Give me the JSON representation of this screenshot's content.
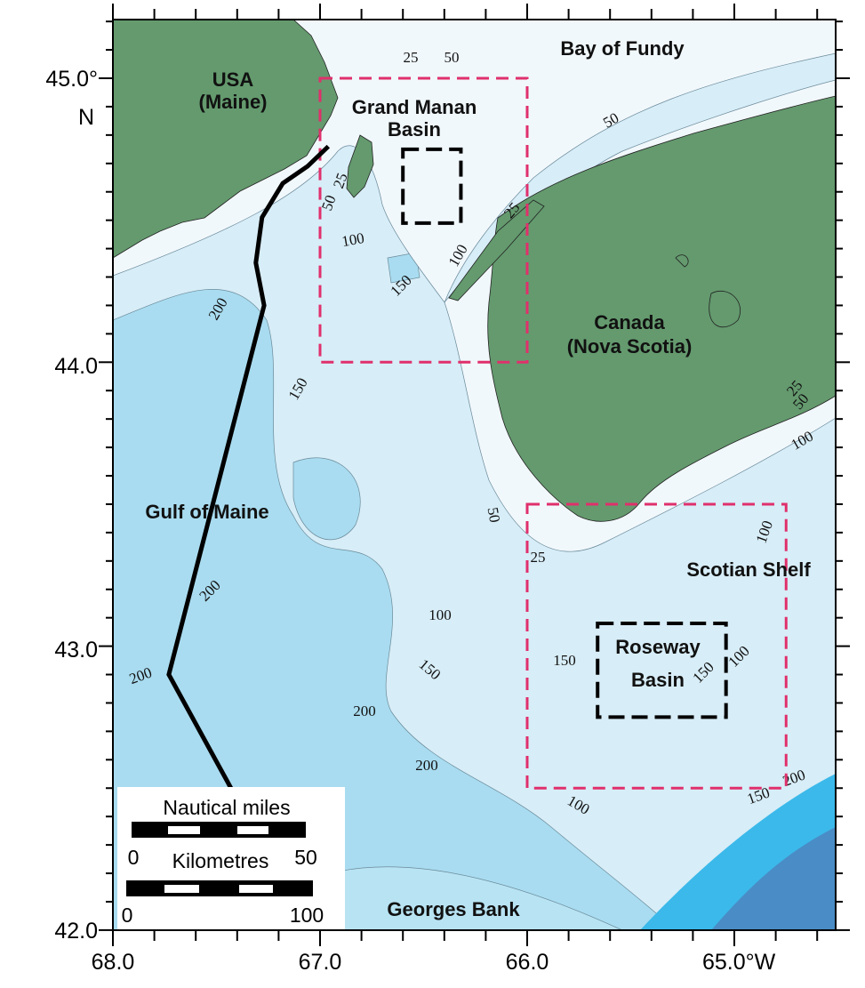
{
  "map": {
    "extent": {
      "lon": [
        -68.0,
        -64.5
      ],
      "lat": [
        42.0,
        45.2
      ]
    },
    "colors": {
      "land": "#649a6e",
      "shelf": "#d7edf7",
      "shallow": "#f1f8fc",
      "deep": "#a9dcf0",
      "deeper": "#3bb9ea",
      "deepest": "#4a8cc6",
      "study_box": "#e0306c",
      "basin_box": "#000000",
      "boundary": "#000000"
    },
    "x_ticks": [
      "68.0",
      "67.0",
      "66.0",
      "65.0°W"
    ],
    "y_ticks": [
      "45.0°",
      "44.0",
      "43.0",
      "42.0"
    ],
    "y_unit": "N",
    "place_labels": {
      "usa": "USA",
      "maine": "(Maine)",
      "bay_of_fundy": "Bay of Fundy",
      "grand_manan": "Grand Manan",
      "grand_manan_basin": "Basin",
      "canada": "Canada",
      "nova_scotia": "(Nova Scotia)",
      "gulf_of_maine": "Gulf of Maine",
      "scotian_shelf": "Scotian Shelf",
      "roseway": "Roseway",
      "roseway_basin": "Basin",
      "georges_bank": "Georges Bank"
    },
    "contour_labels": [
      "25",
      "50",
      "50",
      "25",
      "50",
      "25",
      "100",
      "100",
      "150",
      "200",
      "150",
      "50",
      "25",
      "25",
      "50",
      "100",
      "100",
      "200",
      "100",
      "150",
      "200",
      "200",
      "150",
      "150",
      "100",
      "200",
      "100",
      "150",
      "200"
    ],
    "study_boxes": [
      {
        "lon": [
          -67.0,
          -66.0
        ],
        "lat": [
          44.0,
          45.0
        ]
      },
      {
        "lon": [
          -66.0,
          -64.75
        ],
        "lat": [
          42.5,
          43.5
        ]
      }
    ],
    "basin_boxes": [
      {
        "name": "Grand Manan Basin",
        "lon": [
          -66.6,
          -66.32
        ],
        "lat": [
          44.49,
          44.75
        ]
      },
      {
        "name": "Roseway Basin",
        "lon": [
          -65.66,
          -65.04
        ],
        "lat": [
          42.75,
          43.08
        ]
      }
    ],
    "boundary_line": [
      [
        -66.96,
        44.76
      ],
      [
        -67.06,
        44.69
      ],
      [
        -67.18,
        44.63
      ],
      [
        -67.28,
        44.51
      ],
      [
        -67.31,
        44.35
      ],
      [
        -67.27,
        44.2
      ],
      [
        -67.73,
        42.9
      ],
      [
        -67.43,
        42.5
      ]
    ],
    "scale_bar": {
      "nautical_title": "Nautical miles",
      "nautical_start": "0",
      "nautical_end": "50",
      "km_title": "Kilometres",
      "km_start": "0",
      "km_end": "100"
    }
  }
}
